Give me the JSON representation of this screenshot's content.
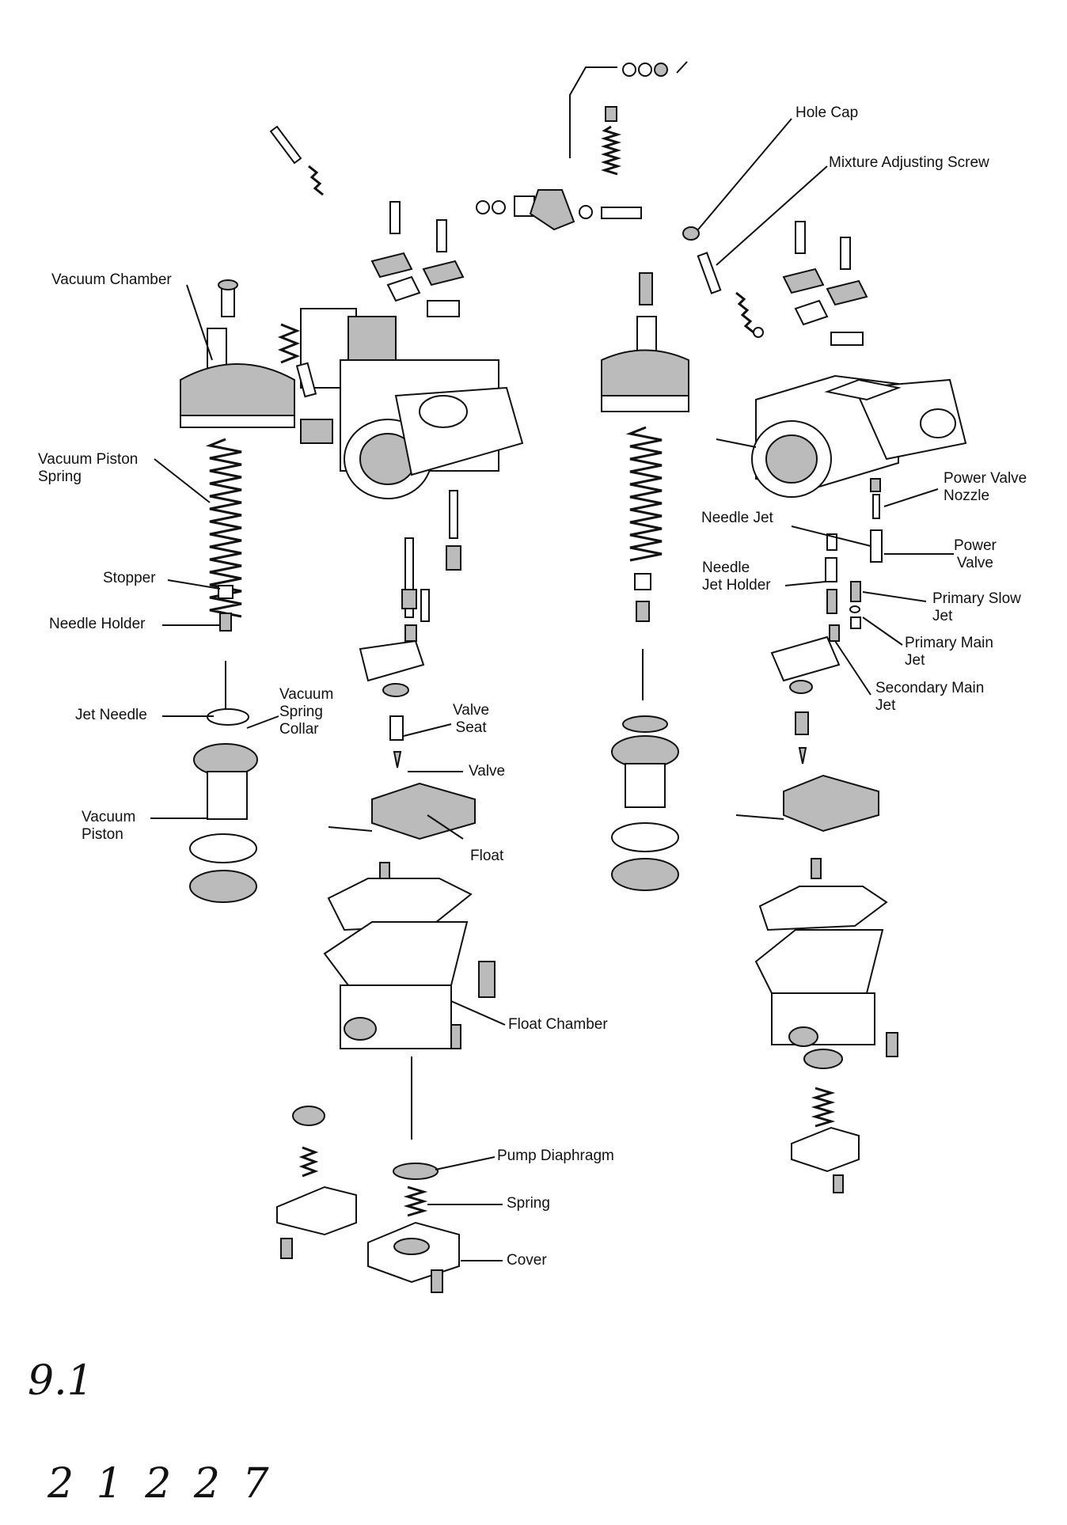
{
  "labels": {
    "hole_cap": "Hole Cap",
    "mixture_adjusting_screw": "Mixture Adjusting Screw",
    "vacuum_chamber": "Vacuum Chamber",
    "vacuum_piston_spring": "Vacuum Piston\nSpring",
    "stopper": "Stopper",
    "needle_holder": "Needle Holder",
    "jet_needle": "Jet Needle",
    "vacuum_spring_collar": "Vacuum\nSpring\nCollar",
    "vacuum_piston": "Vacuum\nPiston",
    "valve_seat": "Valve\nSeat",
    "valve": "Valve",
    "float": "Float",
    "float_chamber": "Float Chamber",
    "pump_diaphragm": "Pump Diaphragm",
    "spring": "Spring",
    "cover": "Cover",
    "power_valve_nozzle": "Power Valve\nNozzle",
    "needle_jet": "Needle Jet",
    "power_valve": "Power\nValve",
    "needle_jet_holder": "Needle\nJet Holder",
    "primary_slow_jet": "Primary Slow\nJet",
    "primary_main_jet": "Primary Main\nJet",
    "secondary_main_jet": "Secondary Main\nJet"
  },
  "handwriting": {
    "note_1": "9.1",
    "note_2": "2 1 2 2 7"
  }
}
